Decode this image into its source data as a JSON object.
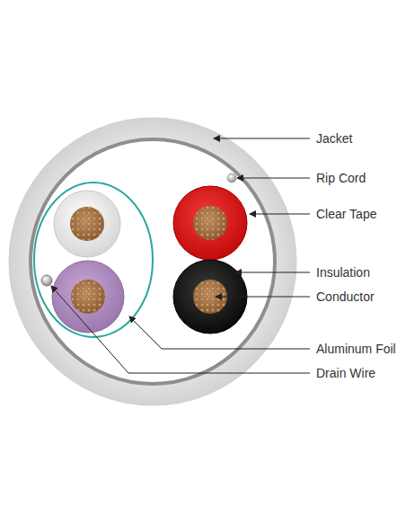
{
  "diagram": {
    "labels": [
      "Jacket",
      "Rip Cord",
      "Clear Tape",
      "Insulation",
      "Conductor",
      "Aluminum Foil",
      "Drain Wire"
    ]
  }
}
